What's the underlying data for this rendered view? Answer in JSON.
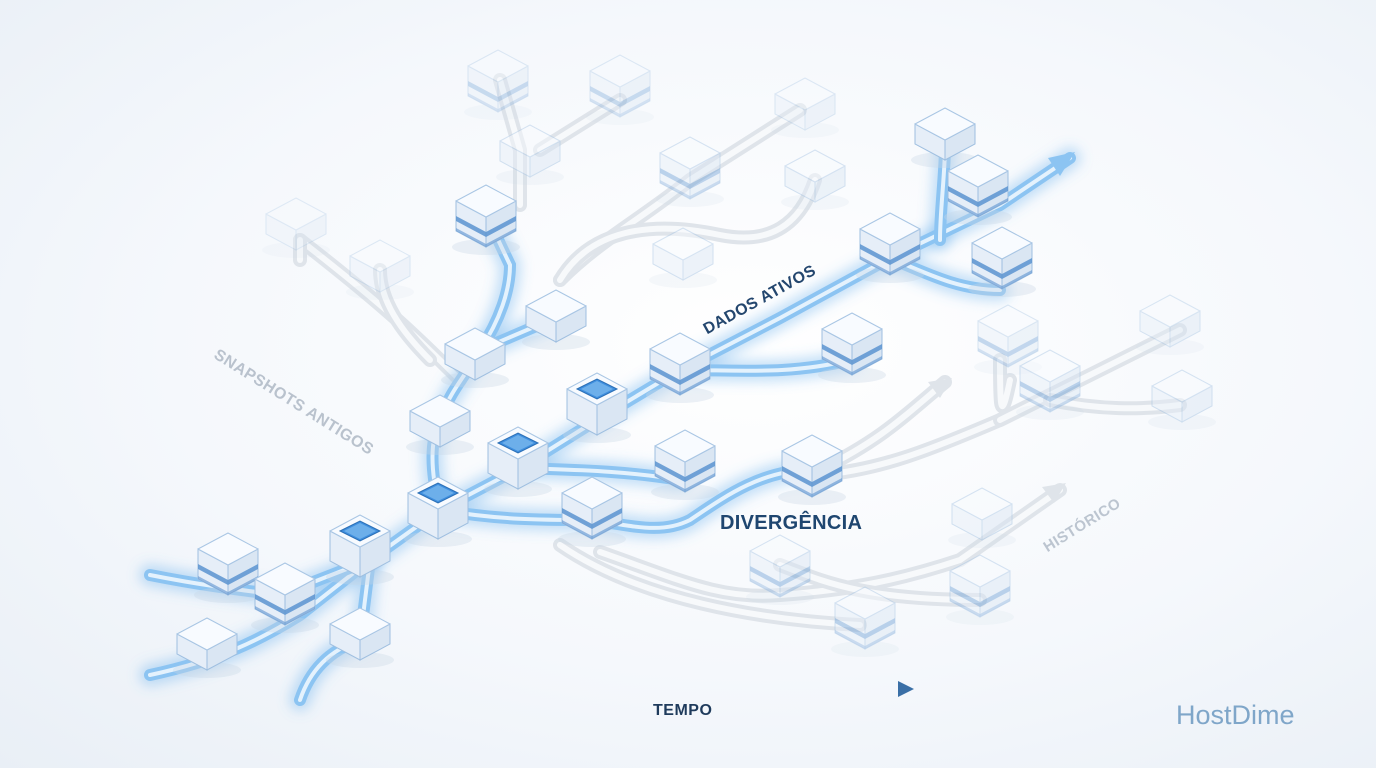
{
  "labels": {
    "old_snapshots": "SNAPSHOTS ANTIGOS",
    "active_data": "DADOS ATIVOS",
    "divergence": "DIVERGÊNCIA",
    "history": "HISTÓRICO",
    "time": "TEMPO"
  },
  "brand": "HostDime",
  "colors": {
    "active_path": "#8cc4f2",
    "active_glow": "#5aa8ea",
    "inactive_path": "#dfe4ea",
    "node_stripe": "#5b93d0",
    "node_face": "#f8fbff",
    "label_dark": "#1f4670",
    "label_faded": "#bcc5d0",
    "brand": "#7fa6c9"
  }
}
